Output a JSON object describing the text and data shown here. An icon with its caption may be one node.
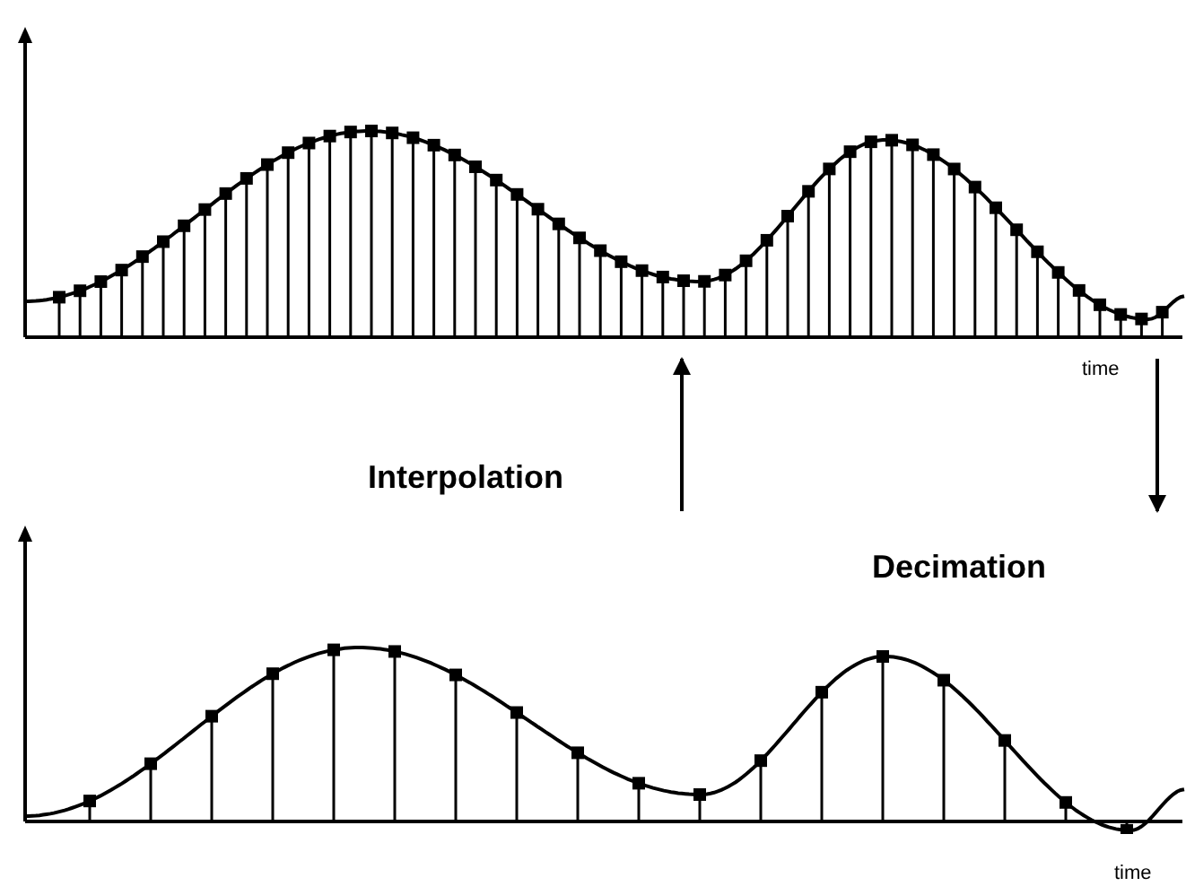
{
  "diagram": {
    "nodes": [
      {
        "text": [],
        "shape": "picture"
      },
      {
        "text": [],
        "shape": "picture"
      }
    ],
    "edges": [
      {
        "from": 1,
        "to": 0,
        "arrow": "to",
        "label": "Interpolation"
      },
      {
        "from": 0,
        "to": 1,
        "arrow": "to",
        "label": "Decimation"
      }
    ],
    "labels": [
      "time",
      "time"
    ]
  }
}
